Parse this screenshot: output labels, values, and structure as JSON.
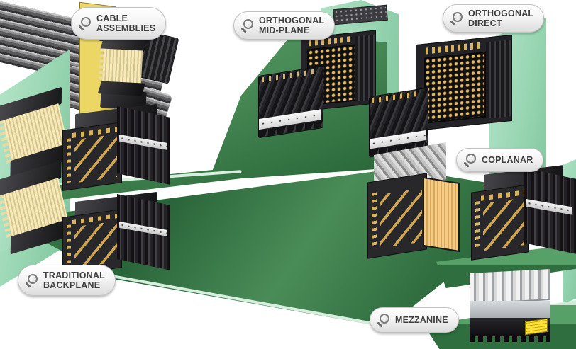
{
  "labels": [
    {
      "id": "cable-assemblies",
      "line1": "CABLE",
      "line2": "ASSEMBLIES"
    },
    {
      "id": "orthogonal-mid-plane",
      "line1": "ORTHOGONAL",
      "line2": "MID-PLANE"
    },
    {
      "id": "orthogonal-direct",
      "line1": "ORTHOGONAL",
      "line2": "DIRECT"
    },
    {
      "id": "coplanar",
      "line1": "COPLANAR",
      "line2": ""
    },
    {
      "id": "traditional-backplane",
      "line1": "TRADITIONAL",
      "line2": "BACKPLANE"
    },
    {
      "id": "mezzanine",
      "line1": "MEZZANINE",
      "line2": ""
    }
  ],
  "icons": {
    "label_icon": "magnifier-icon"
  },
  "colors": {
    "background": "#ffffff",
    "pcb_green": "#4a8c58",
    "pcb_green_dark": "#2f6e3e",
    "pcb_mint": "#a9dfbe",
    "connector_body": "#2b2b2e",
    "contact_gold": "#d8b25e",
    "wafer_cream": "#f2e5b4",
    "paddle_card_yellow": "#d9c24a",
    "label_text": "#404040",
    "pill_border": "#c2c2c2"
  }
}
